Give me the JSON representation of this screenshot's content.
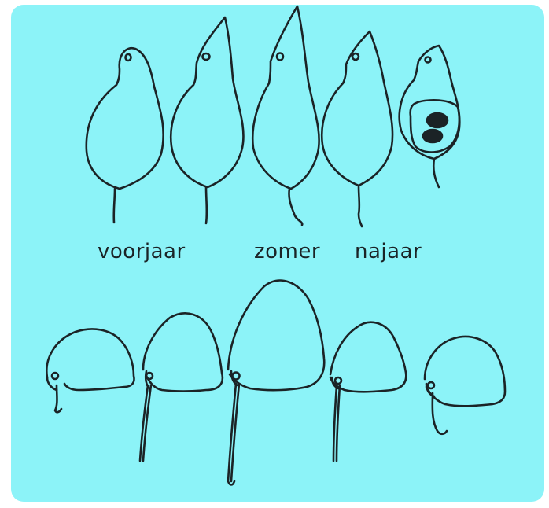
{
  "colors": {
    "background": "#8cf3f8",
    "ink": "#1b2326",
    "eye_spot": "#1b2326"
  },
  "labels": {
    "spring": "voorjaar",
    "summer": "zomer",
    "autumn": "najaar"
  }
}
